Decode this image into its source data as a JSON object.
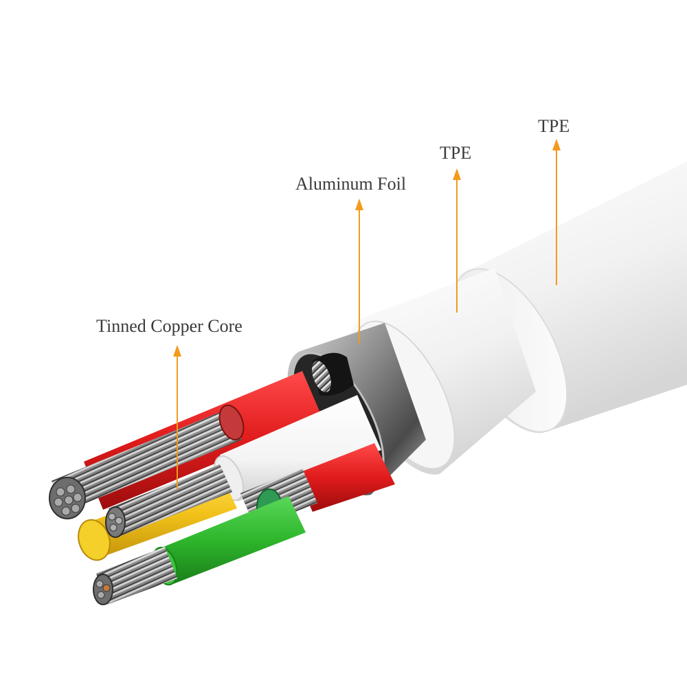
{
  "labels": {
    "outer_jacket": "TPE",
    "inner_jacket": "TPE",
    "shield": "Aluminum Foil",
    "core": "Tinned Copper Core"
  },
  "colors": {
    "pointer": "#f39a1b",
    "jacket": "#f2f2f2",
    "foil": "#9a9a9a",
    "wire_red": "#e01b1b",
    "wire_yellow": "#f2c21a",
    "wire_green": "#2eb62c",
    "wire_white": "#fafafa",
    "wire_black": "#141414",
    "copper": "#8c8c8c",
    "drain_tin": "#c25a2a",
    "label_text": "#3a3a3a"
  }
}
